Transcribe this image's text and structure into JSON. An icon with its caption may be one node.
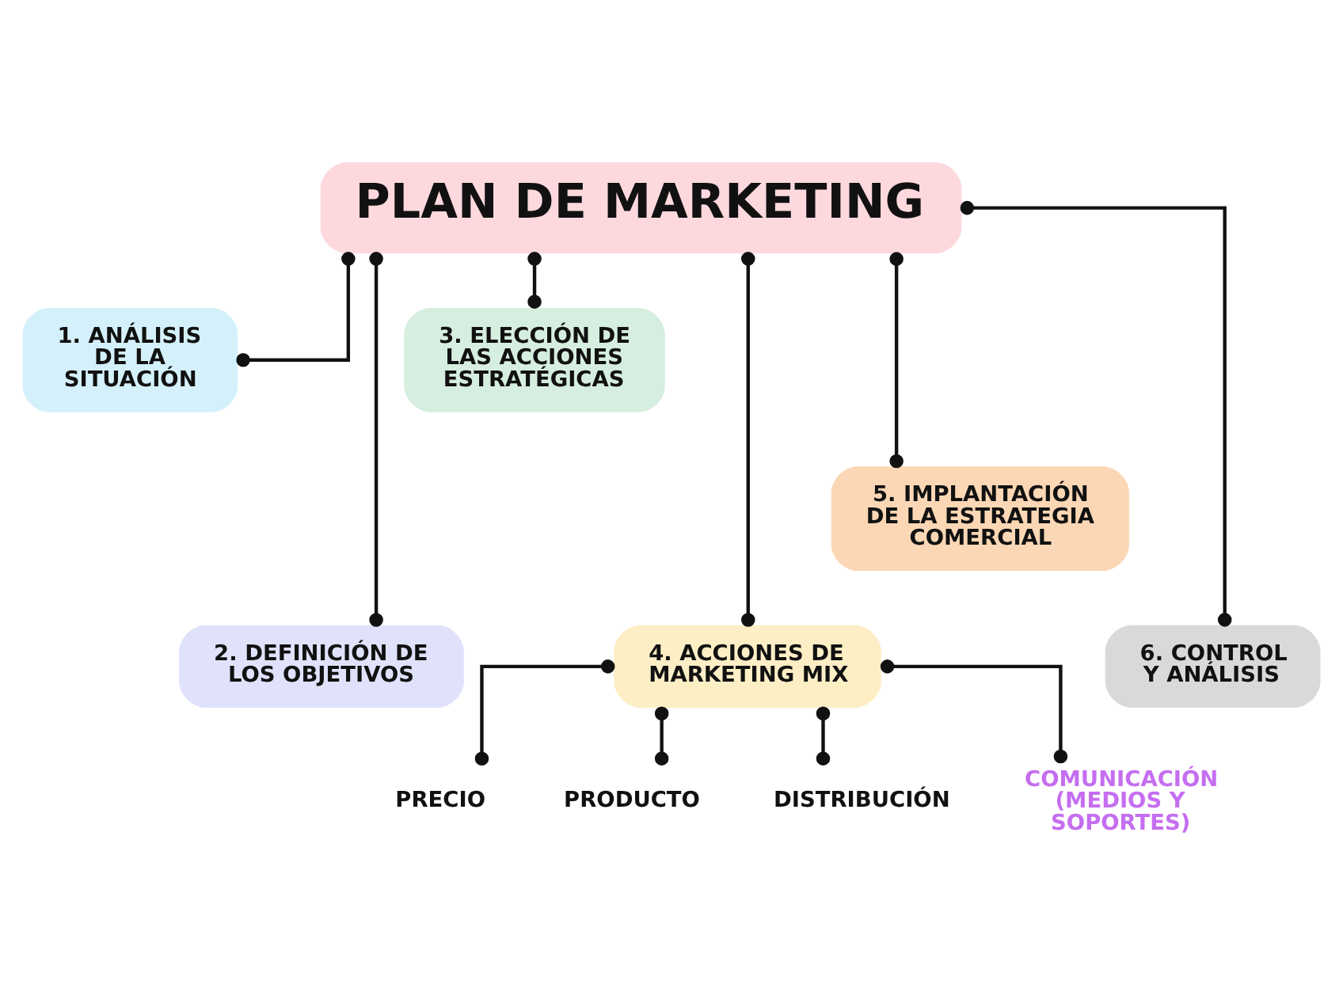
{
  "diagram": {
    "nodes": [
      {
        "text": [
          "PLAN DE MARKETING"
        ]
      },
      {
        "text": [
          "1. ANÁLISIS DE LA SITUACIÓN"
        ]
      },
      {
        "text": [
          "2. DEFINICIÓN DE LOS OBJETIVOS"
        ]
      },
      {
        "text": [
          "3. ELECCIÓN DE LAS ACCIONES ESTRATÉGICAS"
        ]
      },
      {
        "text": [
          "4. ACCIONES DE MARKETING MIX"
        ]
      },
      {
        "text": [
          "5. IMPLANTACIÓN DE LA ESTRATEGIA COMERCIAL"
        ]
      },
      {
        "text": [
          "6. CONTROL Y ANÁLISIS"
        ]
      },
      {
        "text": [
          "PRECIO"
        ]
      },
      {
        "text": [
          "PRODUCTO"
        ]
      },
      {
        "text": [
          "DISTRIBUCIÓN"
        ]
      },
      {
        "text": [
          "COMUNICACIÓN (MEDIOS Y SOPORTES)"
        ]
      }
    ],
    "edges": [
      {
        "from": 0,
        "to": 1,
        "arrow": "other"
      },
      {
        "from": 0,
        "to": 2,
        "arrow": "other"
      },
      {
        "from": 0,
        "to": 3,
        "arrow": "other"
      },
      {
        "from": 0,
        "to": 4,
        "arrow": "other"
      },
      {
        "from": 0,
        "to": 5,
        "arrow": "other"
      },
      {
        "from": 0,
        "to": 6,
        "arrow": "other"
      },
      {
        "from": 4,
        "to": 7,
        "arrow": "other"
      },
      {
        "from": 4,
        "to": 8,
        "arrow": "other"
      },
      {
        "from": 4,
        "to": 9,
        "arrow": "other"
      },
      {
        "from": 4,
        "to": 10,
        "arrow": "other"
      }
    ]
  }
}
